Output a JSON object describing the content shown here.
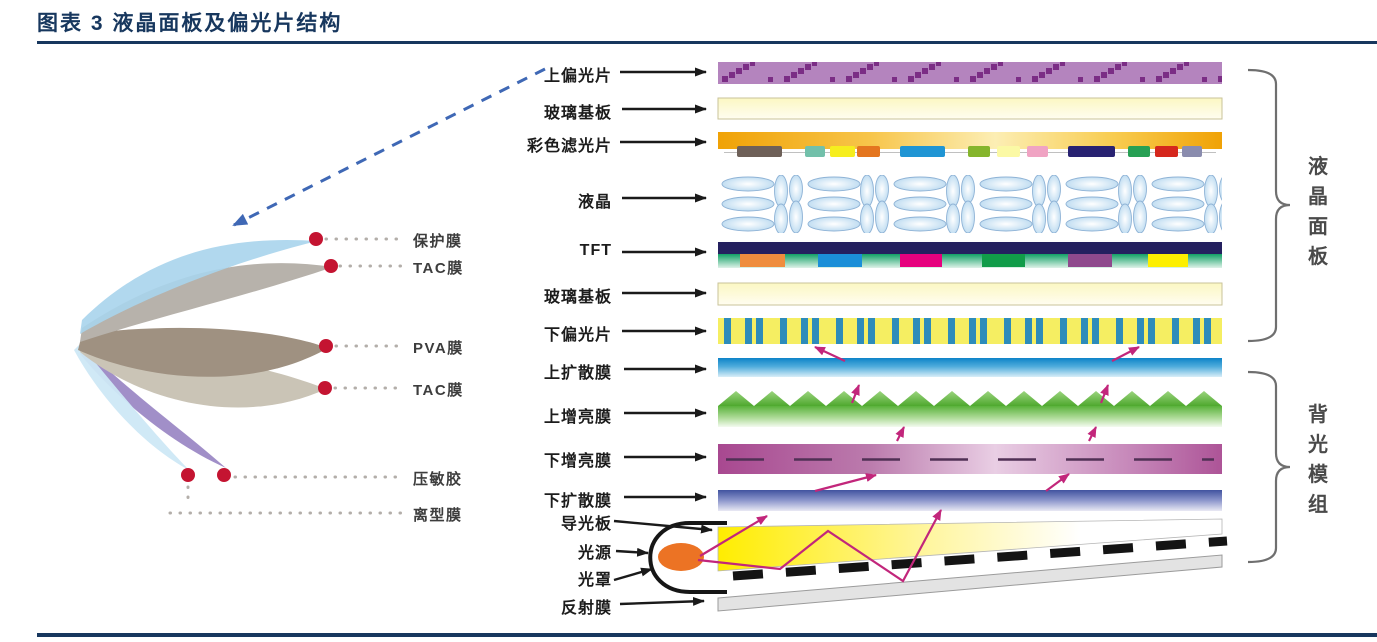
{
  "title": "图表 3  液晶面板及偏光片结构",
  "left_diagram": {
    "description": "polarizer film exploded fan view",
    "labels": [
      "保护膜",
      "TAC膜",
      "PVA膜",
      "TAC膜",
      "压敏胶",
      "离型膜"
    ]
  },
  "right_diagram": {
    "description": "LCD panel and backlight layer stack",
    "layers": [
      {
        "label": "上偏光片"
      },
      {
        "label": "玻璃基板"
      },
      {
        "label": "彩色滤光片"
      },
      {
        "label": "液晶"
      },
      {
        "label": "TFT"
      },
      {
        "label": "玻璃基板"
      },
      {
        "label": "下偏光片"
      },
      {
        "label": "上扩散膜"
      },
      {
        "label": "上增亮膜"
      },
      {
        "label": "下增亮膜"
      },
      {
        "label": "下扩散膜"
      },
      {
        "label": "导光板"
      },
      {
        "label": "光源"
      },
      {
        "label": "光罩"
      },
      {
        "label": "反射膜"
      }
    ],
    "groups": [
      {
        "label": "液晶面板"
      },
      {
        "label": "背光模组"
      }
    ]
  },
  "colors": {
    "accent_navy": "#17375e",
    "label_text": "#1c1c1c",
    "fan_label_text": "#3d3d3d",
    "leader_dot_red": "#c41431",
    "ray_magenta": "#c2267b",
    "pointer_blue": "#3f68b5",
    "upper_polarizer": "#b484be",
    "glass": "#fbf7c3",
    "color_filter": "#f0a206",
    "liquid_crystal": "#b5d7ef",
    "tft_navy": "#24205f",
    "lower_polarizer_yellow": "#f5ee62",
    "lower_polarizer_stripe": "#2d8cba",
    "upper_diffuser": "#0d83c8",
    "upper_prism_green": "#4ea82e",
    "lower_prism_purple": "#a84890",
    "lower_diffuser": "#41539f",
    "light_guide_yellow": "#ffed00",
    "lamp_orange": "#ec7324",
    "reflector_gray": "#e3e3e3"
  }
}
